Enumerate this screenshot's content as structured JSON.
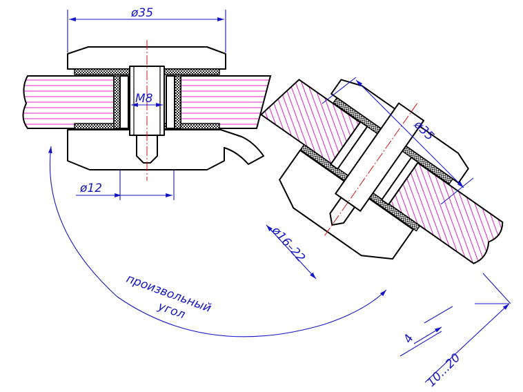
{
  "drawing": {
    "dimensions": {
      "top_cap_diameter": "ø35",
      "thread": "M8",
      "bolt_diameter": "ø12",
      "tilted_cap_diameter": "ø35",
      "glass_range": "ø16–22",
      "gap": "4",
      "glass_thickness": "10...20"
    },
    "angle_note": {
      "line1": "произвольный",
      "line2": "угол"
    }
  },
  "colors": {
    "dimension": "#1515c8",
    "glass_hatch": "#e020c0",
    "hatch": "#2a2ad0",
    "centerline": "#d41111",
    "outline": "#000000"
  }
}
